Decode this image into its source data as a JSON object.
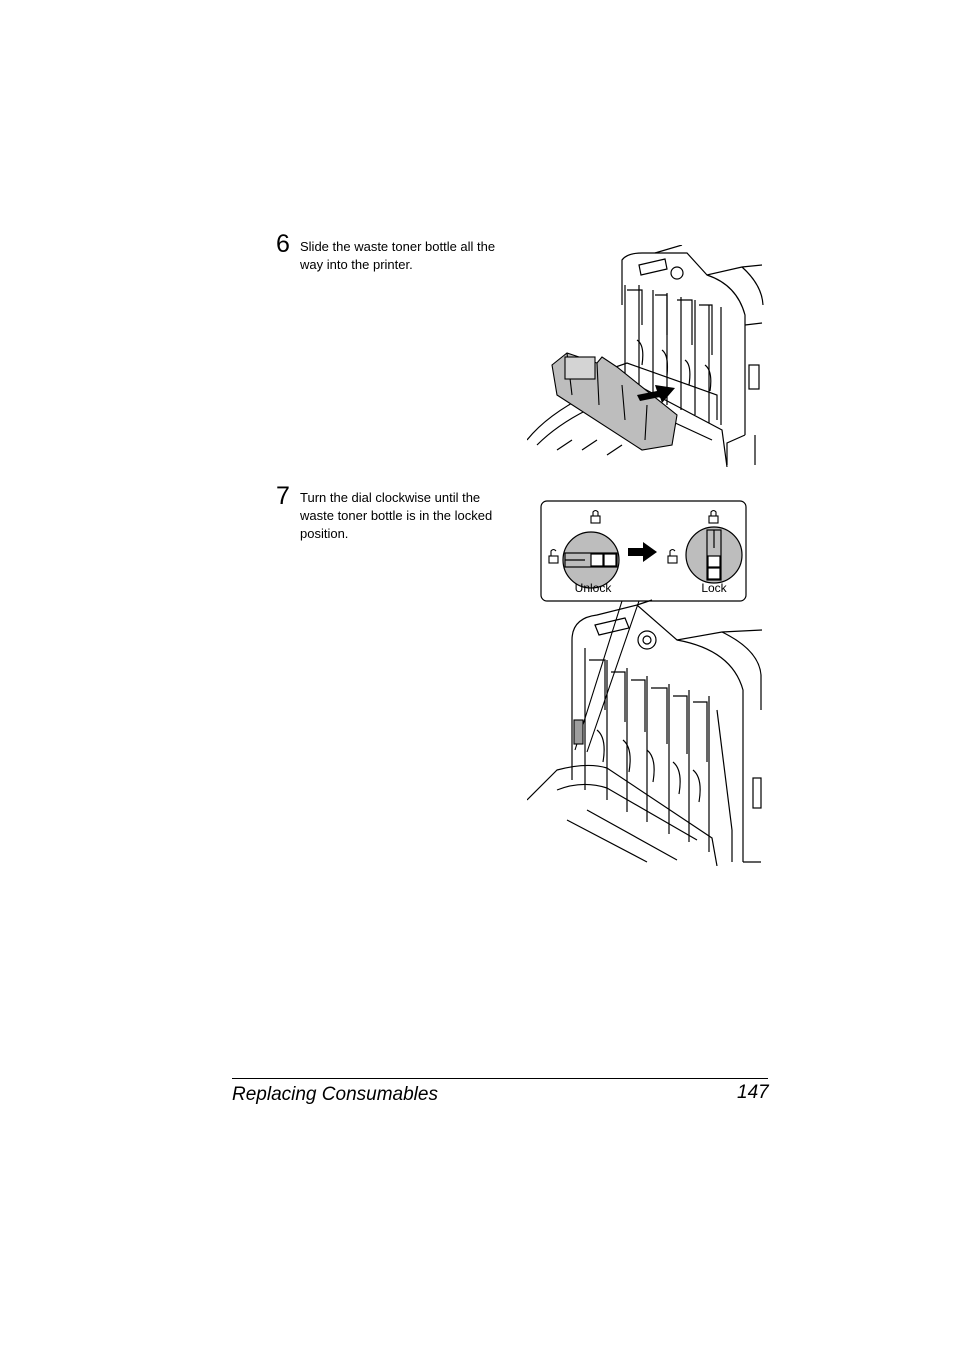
{
  "steps": [
    {
      "number": "6",
      "text": "Slide the waste toner bottle all the way into the printer."
    },
    {
      "number": "7",
      "text": "Turn the dial clockwise until the waste toner bottle is in the locked position."
    }
  ],
  "dial_callout": {
    "unlock_label": "Unlock",
    "lock_label": "Lock"
  },
  "footer": {
    "section_title": "Replacing Consumables",
    "page_number": "147"
  }
}
